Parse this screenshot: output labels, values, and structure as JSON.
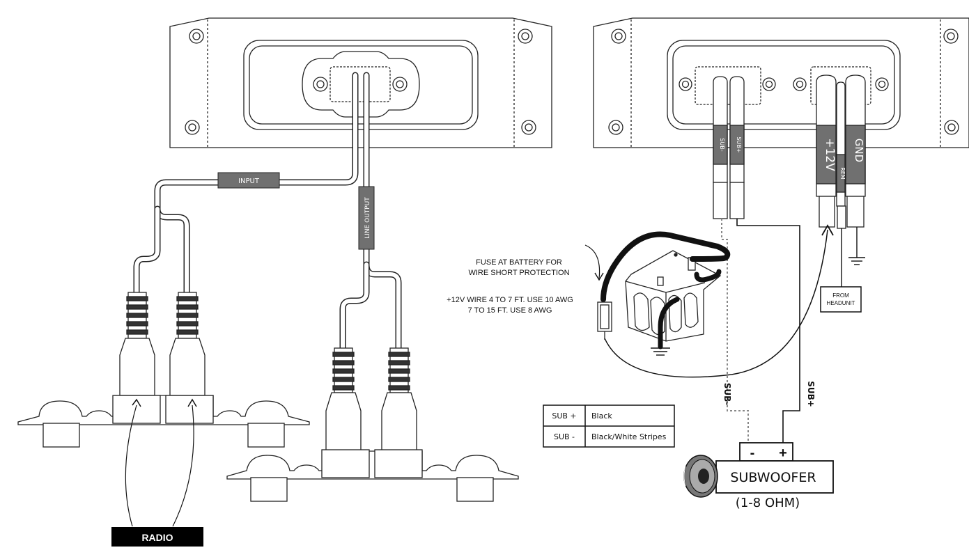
{
  "left_diagram": {
    "input_label": "INPUT",
    "line_output_label": "LINE OUTPUT",
    "radio_label": "RADIO"
  },
  "right_diagram": {
    "sub_minus_tag": "SUB-",
    "sub_plus_tag": "SUB+",
    "plus12v_tag": "+12V",
    "rem_tag": "REM",
    "gnd_tag": "GND",
    "from_headunit": [
      "FROM",
      "HEADUNIT"
    ],
    "fuse_note": [
      "FUSE AT BATTERY FOR",
      "WIRE SHORT PROTECTION"
    ],
    "wire_note": [
      "+12V WIRE 4 TO 7 FT. USE 10 AWG",
      "7 TO 15 FT. USE 8 AWG"
    ],
    "sub_minus_wire_label": "SUB-",
    "sub_plus_wire_label": "SUB+",
    "polarity_minus": "-",
    "polarity_plus": "+",
    "subwoofer_label": "SUBWOOFER",
    "impedance_label": "(1-8 OHM)"
  },
  "wire_color_table": {
    "rows": [
      {
        "terminal": "SUB +",
        "color": "Black"
      },
      {
        "terminal": "SUB -",
        "color": "Black/White Stripes"
      }
    ]
  }
}
